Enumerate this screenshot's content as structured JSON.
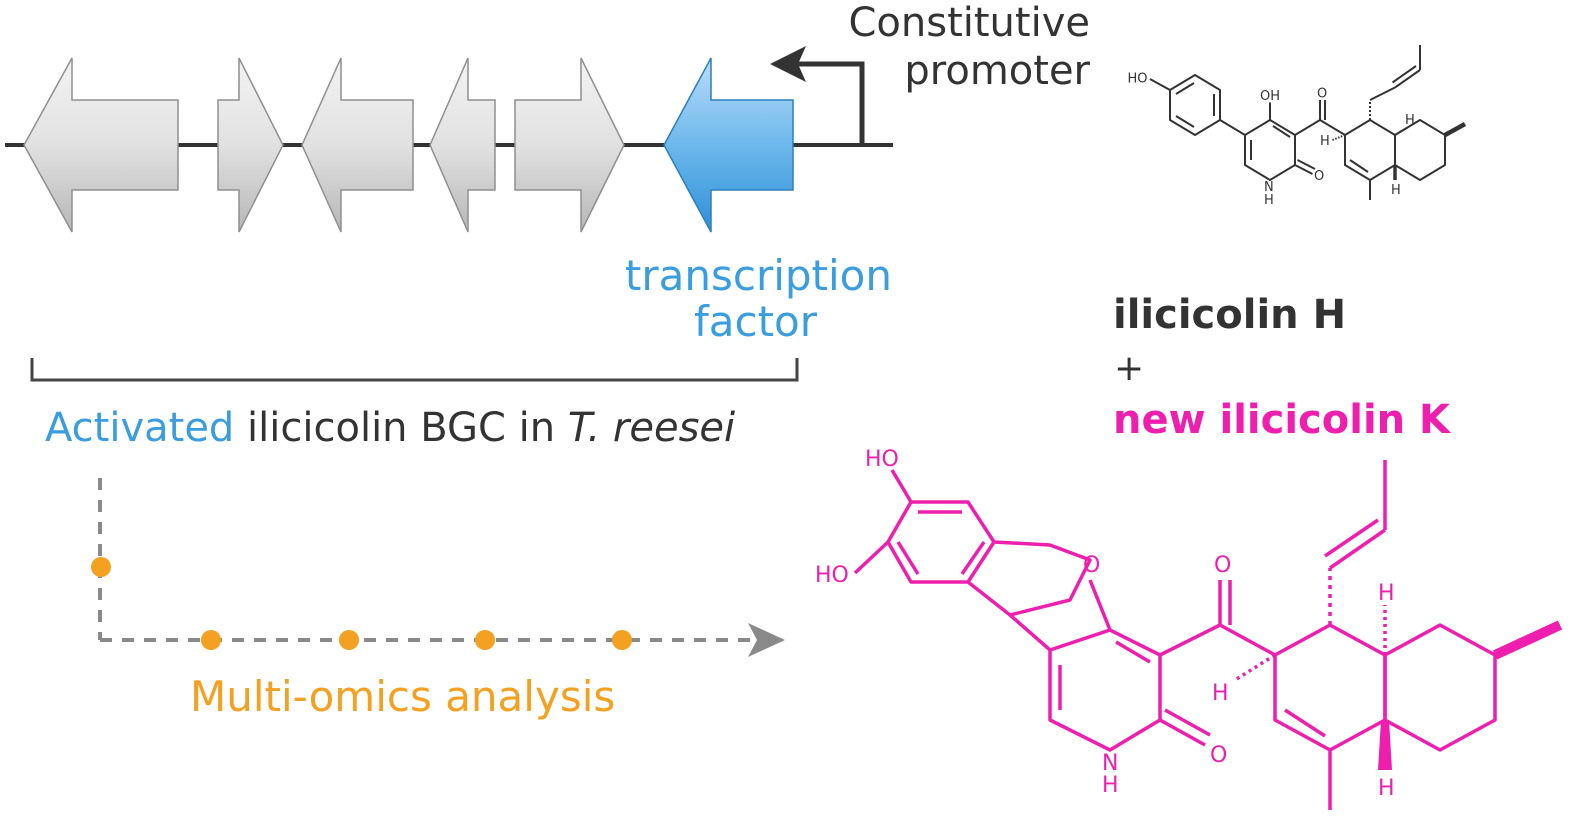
{
  "promoter": {
    "line1": "Constitutive",
    "line2": "promoter"
  },
  "tf_label": {
    "line1": "transcription",
    "line2": "factor"
  },
  "bgc_caption": {
    "highlight": "Activated",
    "rest": " ilicicolin BGC in ",
    "species": "T. reesei"
  },
  "omics_label": "Multi-omics analysis",
  "compounds": {
    "h_name": "ilicicolin H",
    "plus": "+",
    "k_name": "new ilicicolin K"
  },
  "atoms_h": {
    "ho": "HO",
    "oh": "OH",
    "o_ketone": "O",
    "h1": "H",
    "h2": "H",
    "h3": "H",
    "nh": "N",
    "nh_h": "H",
    "o_lactam": "O"
  },
  "atoms_k": {
    "ho1": "HO",
    "ho2": "HO",
    "o_furan": "O",
    "o_ketone": "O",
    "h1": "H",
    "h2": "H",
    "h3": "H",
    "nh": "N",
    "nh_h": "H",
    "o_lactam": "O"
  },
  "colors": {
    "gene_gray": "#d6d6d6",
    "gene_blue": "#5aaee6",
    "text_dark": "#333333",
    "accent_blue": "#3a9de0",
    "accent_orange": "#f4a020",
    "magenta": "#ee1fae",
    "dash_gray": "#8a8a8a"
  }
}
